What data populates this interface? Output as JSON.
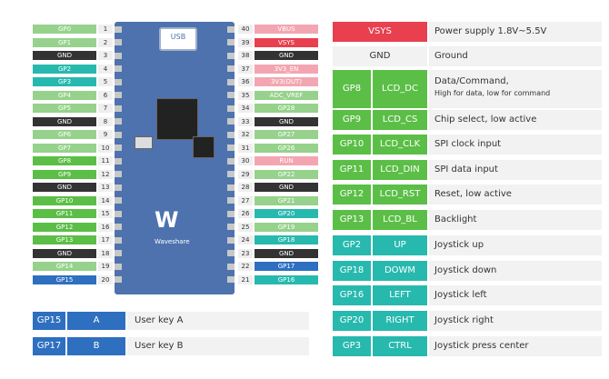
{
  "colors": {
    "gp": "#96d28c",
    "gnd": "#333333",
    "teal": "#27b9ae",
    "green": "#5bbe46",
    "blue": "#2e6fc0",
    "pink": "#f3a6b1",
    "red": "#e8404f",
    "power_pink": "#f07c8a"
  },
  "left_pins": [
    {
      "label": "GP0",
      "num": "1",
      "style": "gp"
    },
    {
      "label": "GP1",
      "num": "2",
      "style": "gp"
    },
    {
      "label": "GND",
      "num": "3",
      "style": "gnd"
    },
    {
      "label": "GP2",
      "num": "4",
      "style": "teal"
    },
    {
      "label": "GP3",
      "num": "5",
      "style": "teal"
    },
    {
      "label": "GP4",
      "num": "6",
      "style": "gp"
    },
    {
      "label": "GP5",
      "num": "7",
      "style": "gp"
    },
    {
      "label": "GND",
      "num": "8",
      "style": "gnd"
    },
    {
      "label": "GP6",
      "num": "9",
      "style": "gp"
    },
    {
      "label": "GP7",
      "num": "10",
      "style": "gp"
    },
    {
      "label": "GP8",
      "num": "11",
      "style": "green"
    },
    {
      "label": "GP9",
      "num": "12",
      "style": "green"
    },
    {
      "label": "GND",
      "num": "13",
      "style": "gnd"
    },
    {
      "label": "GP10",
      "num": "14",
      "style": "green"
    },
    {
      "label": "GP11",
      "num": "15",
      "style": "green"
    },
    {
      "label": "GP12",
      "num": "16",
      "style": "green"
    },
    {
      "label": "GP13",
      "num": "17",
      "style": "green"
    },
    {
      "label": "GND",
      "num": "18",
      "style": "gnd"
    },
    {
      "label": "GP14",
      "num": "19",
      "style": "gp"
    },
    {
      "label": "GP15",
      "num": "20",
      "style": "blue"
    }
  ],
  "right_pins": [
    {
      "label": "VBUS",
      "num": "40",
      "style": "pink"
    },
    {
      "label": "VSYS",
      "num": "39",
      "style": "red"
    },
    {
      "label": "GND",
      "num": "38",
      "style": "gnd"
    },
    {
      "label": "3V3_EN",
      "num": "37",
      "style": "pink"
    },
    {
      "label": "3V3(OUT)",
      "num": "36",
      "style": "pink"
    },
    {
      "label": "ADC_VREF",
      "num": "35",
      "style": "gp"
    },
    {
      "label": "GP28",
      "num": "34",
      "style": "gp"
    },
    {
      "label": "GND",
      "num": "33",
      "style": "gnd"
    },
    {
      "label": "GP27",
      "num": "32",
      "style": "gp"
    },
    {
      "label": "GP26",
      "num": "31",
      "style": "gp"
    },
    {
      "label": "RUN",
      "num": "30",
      "style": "pink"
    },
    {
      "label": "GP22",
      "num": "29",
      "style": "gp"
    },
    {
      "label": "GND",
      "num": "28",
      "style": "gnd"
    },
    {
      "label": "GP21",
      "num": "27",
      "style": "gp"
    },
    {
      "label": "GP20",
      "num": "26",
      "style": "teal"
    },
    {
      "label": "GP19",
      "num": "25",
      "style": "gp"
    },
    {
      "label": "GP18",
      "num": "24",
      "style": "teal"
    },
    {
      "label": "GND",
      "num": "23",
      "style": "gnd"
    },
    {
      "label": "GP17",
      "num": "22",
      "style": "blue"
    },
    {
      "label": "GP16",
      "num": "21",
      "style": "teal"
    }
  ],
  "board": {
    "usb": "USB",
    "brand": "Waveshare",
    "logo": "W"
  },
  "table": [
    {
      "gp": "VSYS",
      "name": "",
      "desc": "Power supply 1.8V~5.5V",
      "style": "red",
      "merged": true
    },
    {
      "gp": "GND",
      "name": "",
      "desc": "Ground",
      "style": "gray",
      "merged": true
    },
    {
      "gp": "GP8",
      "name": "LCD_DC",
      "desc": "Data/Command,",
      "desc2": "High for data, low for command",
      "style": "green"
    },
    {
      "gp": "GP9",
      "name": "LCD_CS",
      "desc": "Chip select, low active",
      "style": "green"
    },
    {
      "gp": "GP10",
      "name": "LCD_CLK",
      "desc": "SPI clock input",
      "style": "green"
    },
    {
      "gp": "GP11",
      "name": "LCD_DIN",
      "desc": "SPI data input",
      "style": "green"
    },
    {
      "gp": "GP12",
      "name": "LCD_RST",
      "desc": "Reset, low active",
      "style": "green"
    },
    {
      "gp": "GP13",
      "name": "LCD_BL",
      "desc": "Backlight",
      "style": "green"
    },
    {
      "gp": "GP2",
      "name": "UP",
      "desc": "Joystick up",
      "style": "teal"
    },
    {
      "gp": "GP18",
      "name": "DOWM",
      "desc": "Joystick down",
      "style": "teal"
    },
    {
      "gp": "GP16",
      "name": "LEFT",
      "desc": "Joystick left",
      "style": "teal"
    },
    {
      "gp": "GP20",
      "name": "RIGHT",
      "desc": "Joystick right",
      "style": "teal"
    },
    {
      "gp": "GP3",
      "name": "CTRL",
      "desc": "Joystick press center",
      "style": "teal"
    }
  ],
  "keys": [
    {
      "gp": "GP15",
      "name": "A",
      "desc": "User key A"
    },
    {
      "gp": "GP17",
      "name": "B",
      "desc": "User key B"
    }
  ]
}
